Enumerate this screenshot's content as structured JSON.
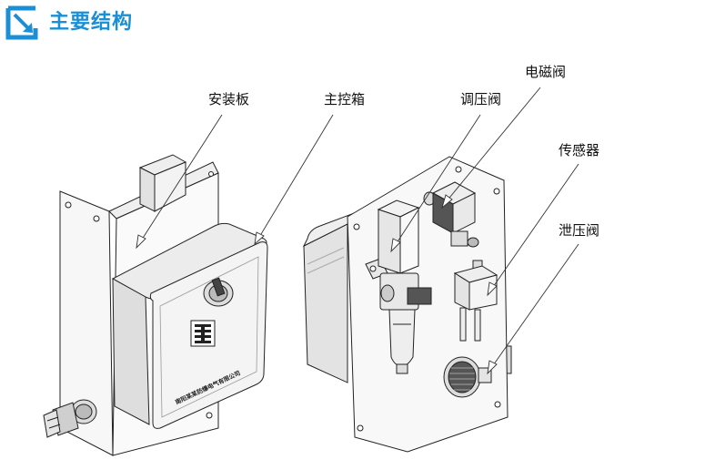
{
  "header": {
    "title": "主要结构",
    "logo_icon": "corner-arrow-logo-icon",
    "accent_color": "#1a8fd6"
  },
  "callouts": {
    "mounting_plate": "安装板",
    "main_box": "主控箱",
    "pressure_regulator": "调压阀",
    "solenoid_valve": "电磁阀",
    "sensor": "传感器",
    "relief_valve": "泄压阀"
  },
  "box_nameplate": "南阳某某防爆电气有限公司"
}
